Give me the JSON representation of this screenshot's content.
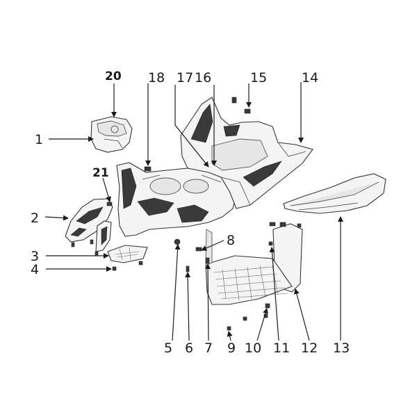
{
  "callouts": {
    "c1": "1",
    "c2": "2",
    "c3": "3",
    "c4": "4",
    "c5": "5",
    "c6": "6",
    "c7": "7",
    "c8": "8",
    "c9": "9",
    "c10": "10",
    "c11": "11",
    "c12": "12",
    "c13": "13",
    "c14": "14",
    "c15": "15",
    "c16": "16",
    "c17": "17",
    "c18": "18",
    "c20": "20",
    "c21": "21"
  }
}
